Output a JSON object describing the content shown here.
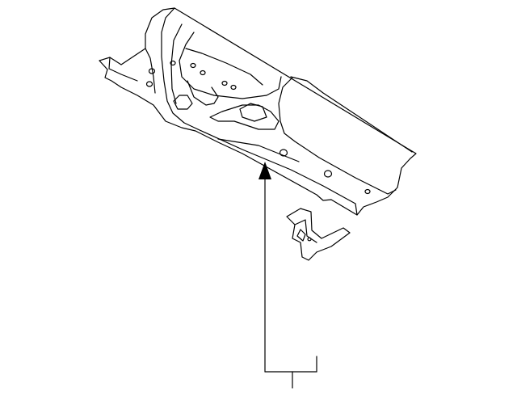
{
  "diagram": {
    "type": "parts-illustration",
    "colors": {
      "background": "#ffffff",
      "line": "#000000"
    },
    "parts": [
      "main-floor-panel",
      "small-bracket"
    ],
    "callouts": [
      {
        "pointer": "arrow-to-main-panel",
        "label": ""
      }
    ]
  }
}
